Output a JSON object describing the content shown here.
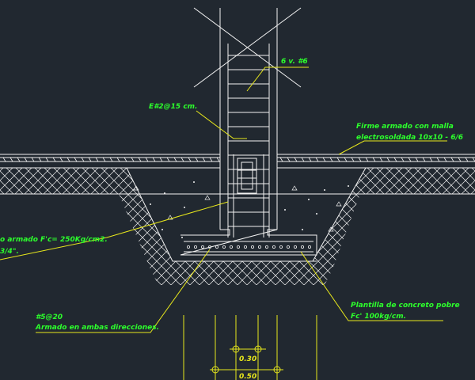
{
  "colors": {
    "background": "#212830",
    "lines": "#f2f2f2",
    "leaders": "#e8e81c",
    "labels": "#2cff2c",
    "dims": "#e8e81c"
  },
  "annotations": {
    "column_bars": "6 v. #6",
    "stirrups": "E#2@15 cm.",
    "slab_line1": "Firme armado con malla",
    "slab_line2": "electrosoldada 10x10 - 6/6",
    "footing_line1": "o armado F'c= 250Kg/cm2.",
    "footing_line2": "3/4\".",
    "rebar_line1": "#5@20",
    "rebar_line2": "Armado en ambas direcciones.",
    "lean_line1": "Plantilla de concreto pobre",
    "lean_line2": "Fc' 100kg/cm."
  },
  "dimensions": {
    "inner": "0.30",
    "outer": "0.50"
  }
}
